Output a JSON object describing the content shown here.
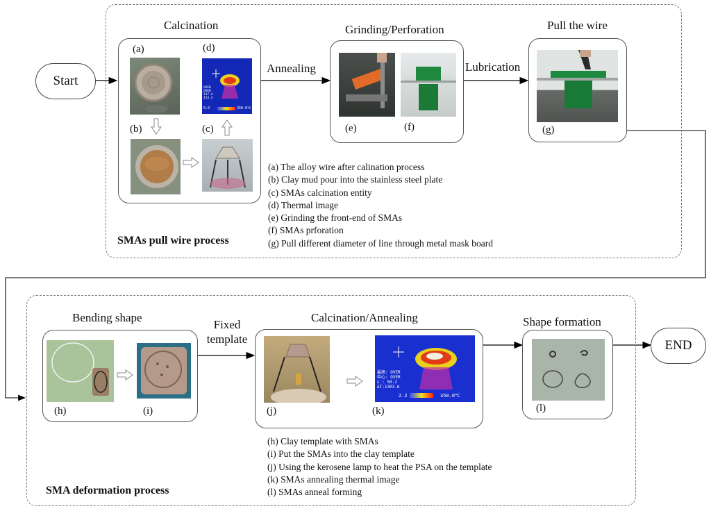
{
  "terminals": {
    "start": "Start",
    "end": "END"
  },
  "process1": {
    "title": "SMAs pull wire process",
    "stages": {
      "calcination": "Calcination",
      "grinding": "Grinding/Perforation",
      "pull": "Pull the wire"
    },
    "transitions": {
      "annealing": "Annealing",
      "lubrication": "Lubrication"
    },
    "panels": [
      "(a)",
      "(b)",
      "(c)",
      "(d)",
      "(e)",
      "(f)",
      "(g)"
    ],
    "legend": [
      "(a)  The alloy wire after calination process",
      "(b)  Clay mud pour into the stainless steel plate",
      "(c)  SMAs calcination entity",
      "(d)  Thermal image",
      "(e)  Grinding the front-end of SMAs",
      "(f)  SMAs prforation",
      "(g)  Pull different diameter of line through metal mask board"
    ]
  },
  "process2": {
    "title": "SMA deformation process",
    "stages": {
      "bending": "Bending shape",
      "calcination": "Calcination/Annealing",
      "formation": "Shape formation"
    },
    "transitions": {
      "fixed": "Fixed template"
    },
    "panels": [
      "(h)",
      "(i)",
      "(j)",
      "(k)",
      "(l)"
    ],
    "legend": [
      "(h)  Clay template with SMAs",
      "(i)   Put the SMAs into the clay template",
      "(j)   Using the kerosene lamp to heat the PSA on the template",
      "(k)  SMAs annealing thermal image",
      "(l)   SMAs anneal forming"
    ]
  },
  "thermal": {
    "d_readout": [
      "OVER",
      "OVER",
      "137.4",
      "124.4"
    ],
    "d_scale": [
      "0.0",
      "350.0℃"
    ],
    "k_readout": [
      "最高: OVER",
      "中心: OVER",
      "ε : 50.2",
      "ΔT:1303.6"
    ],
    "k_scale": [
      "2.2",
      "350.0℃"
    ]
  }
}
